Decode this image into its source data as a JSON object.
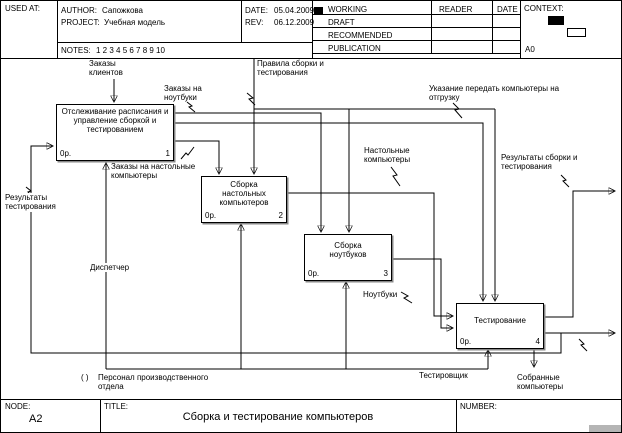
{
  "header": {
    "used_at": "USED AT:",
    "author_label": "AUTHOR:",
    "author": "Сапожкова",
    "project_label": "PROJECT:",
    "project": "Учебная модель",
    "notes_label": "NOTES:",
    "notes": "1 2 3 4 5 6 7 8 9 10",
    "date_label": "DATE:",
    "date": "05.04.2009",
    "rev_label": "REV:",
    "rev": "06.12.2009",
    "statuses": {
      "working": "WORKING",
      "draft": "DRAFT",
      "recommended": "RECOMMENDED",
      "publication": "PUBLICATION"
    },
    "reader": "READER",
    "date_col": "DATE",
    "context_label": "CONTEXT:",
    "context_node": "A0"
  },
  "boxes": [
    {
      "title": "Отслеживание расписания и управление сборкой и тестированием",
      "cost": "0р.",
      "number": "1"
    },
    {
      "title": "Сборка настольных компьютеров",
      "cost": "0р.",
      "number": "2"
    },
    {
      "title": "Сборка ноутбуков",
      "cost": "0р.",
      "number": "3"
    },
    {
      "title": "Тестирование",
      "cost": "0р.",
      "number": "4"
    }
  ],
  "arrows": {
    "customer_orders": "Заказы клиентов",
    "assembly_rules": "Правила сборки и тестирования",
    "laptop_orders": "Заказы на ноутбуки",
    "ship_instruction": "Указание передать компьютеры на отгрузку",
    "desktop_orders": "Заказы на настольные компьютеры",
    "desktops": "Настольные компьютеры",
    "assembly_results": "Результаты сборки и тестирования",
    "test_results": "Результаты тестирования",
    "dispatcher": "Диспетчер",
    "laptops": "Ноутбуки",
    "staff_tunnel": "( )",
    "staff": "Персонал производственного отдела",
    "tester": "Тестировщик",
    "assembled": "Собранные компьютеры"
  },
  "footer": {
    "node_label": "NODE:",
    "node": "A2",
    "title_label": "TITLE:",
    "title": "Сборка и тестирование компьютеров",
    "number_label": "NUMBER:"
  }
}
